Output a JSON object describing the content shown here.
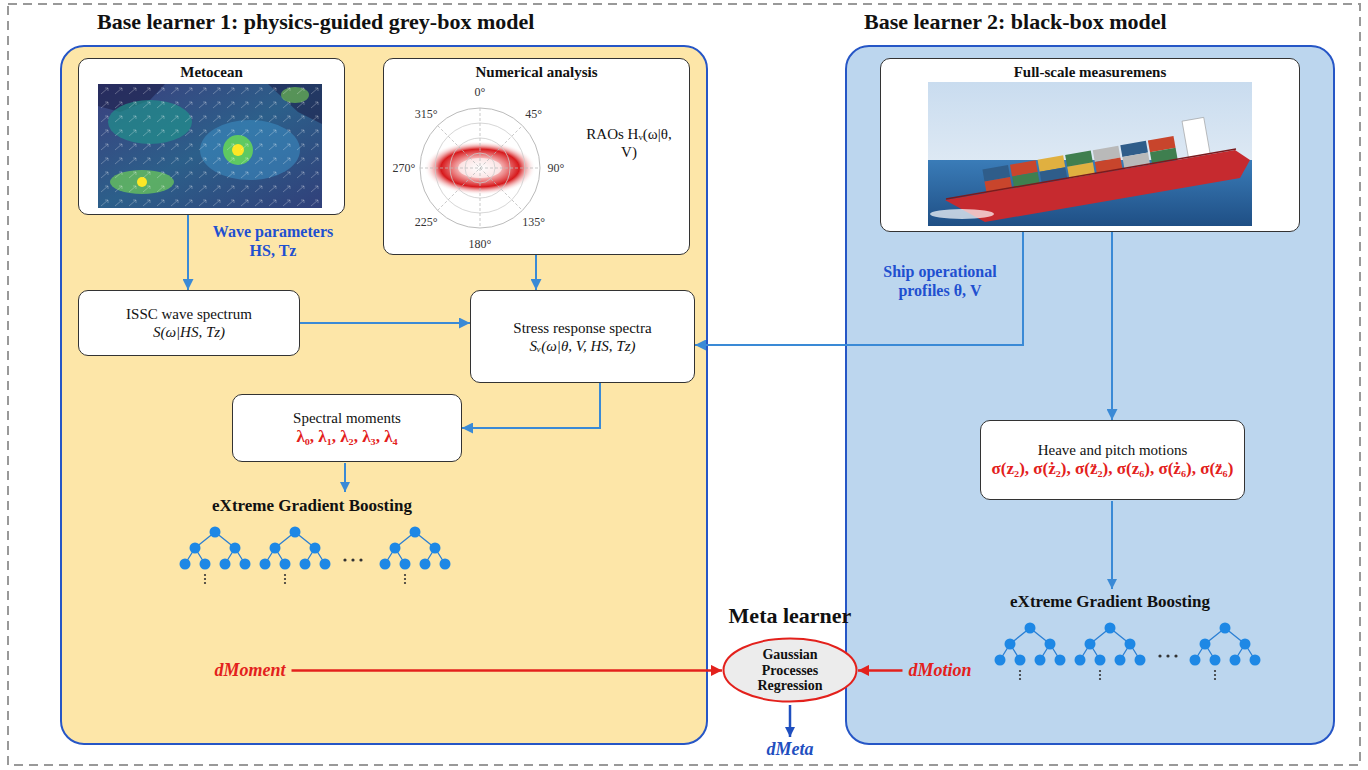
{
  "diagram": {
    "nodes": [
      {
        "text": [
          "Base learner 1: physics-guided grey-box model"
        ]
      },
      {
        "text": [
          "Metocean"
        ],
        "in": 0
      },
      {
        "text": [
          "Numerical analysis",
          "RAOs Hᵥ(ω|θ, V)"
        ],
        "in": 0
      },
      {
        "text": [
          "ISSC wave spectrum",
          "S(ω|HS, Tz)"
        ],
        "in": 0
      },
      {
        "text": [
          "Stress response spectra",
          "Sᵥ(ω|θ, V, HS, Tz)"
        ],
        "in": 0
      },
      {
        "text": [
          "Spectral moments",
          "λ₀, λ₁, λ₂, λ₃, λ₄"
        ],
        "in": 0
      },
      {
        "text": [
          "Base learner 2: black-box model"
        ]
      },
      {
        "text": [
          "Full-scale measuremens"
        ],
        "in": 6
      },
      {
        "text": [
          "Heave and pitch motions",
          "σ(z₂), σ(ż₂), σ(z̈₂), σ(z₆), σ(ż₆), σ(z̈₆)"
        ],
        "in": 6
      },
      {
        "text": [
          "Meta learner",
          "Gaussian Processes Regression"
        ]
      }
    ],
    "edges": [
      {
        "from": 1,
        "to": 3,
        "arrow": "to",
        "label": "Wave parameters HS, Tz"
      },
      {
        "from": 2,
        "to": 4,
        "arrow": "to"
      },
      {
        "from": 3,
        "to": 4,
        "arrow": "to"
      },
      {
        "from": 7,
        "to": 4,
        "arrow": "to",
        "label": "Ship operational profiles θ, V"
      },
      {
        "from": 7,
        "to": 8,
        "arrow": "to"
      },
      {
        "from": 4,
        "to": 5,
        "arrow": "to"
      },
      {
        "from": 0,
        "to": 9,
        "arrow": "to",
        "label": "dMoment"
      },
      {
        "from": 6,
        "to": 9,
        "arrow": "to",
        "label": "dMotion"
      }
    ],
    "labels": [
      "0°",
      "45°",
      "90°",
      "135°",
      "180°",
      "225°",
      "270°",
      "315°",
      "eXtreme Gradient Boosting",
      "eXtreme Gradient Boosting",
      "dMeta"
    ]
  }
}
